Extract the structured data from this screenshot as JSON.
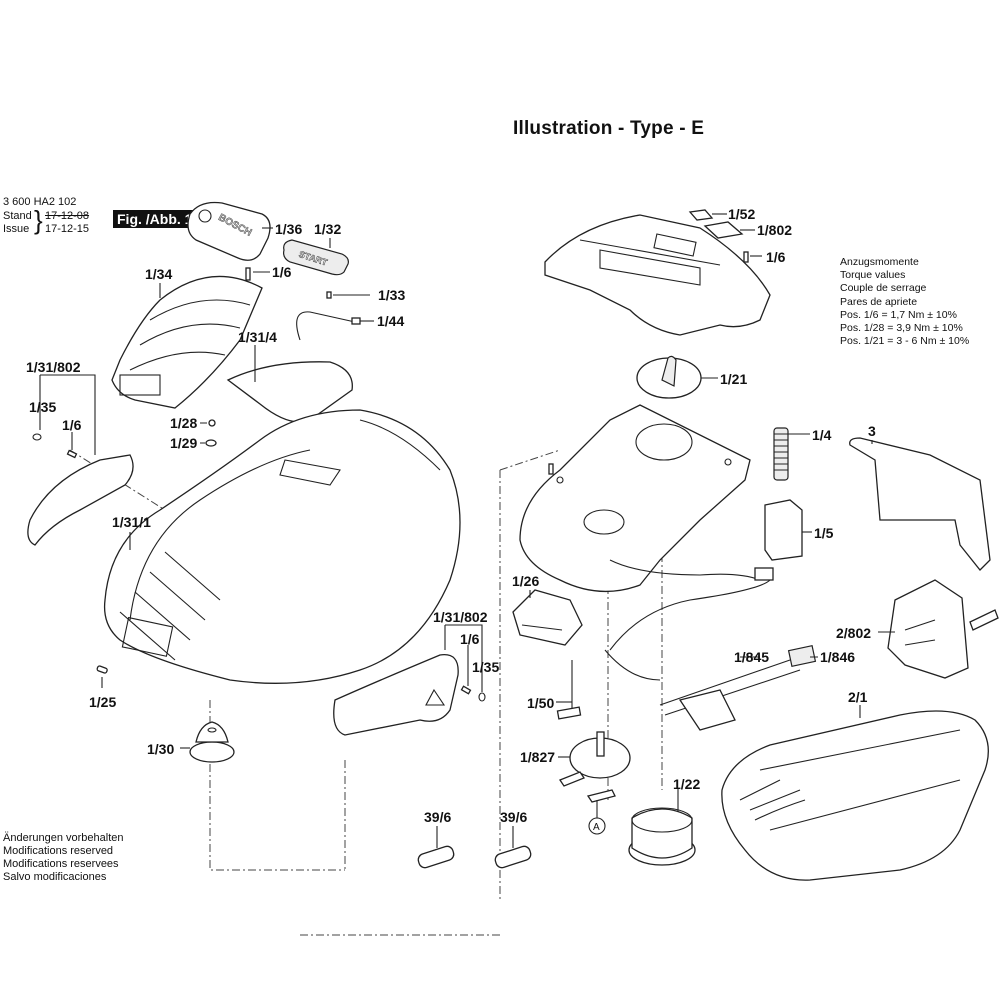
{
  "header": {
    "title": "Illustration - Type - E",
    "part_number": "3 600 HA2 102",
    "stand_label": "Stand",
    "issue_label": "Issue",
    "old_date": "17-12-08",
    "issue_date": "17-12-15",
    "figure_badge": "Fig. /Abb. 1"
  },
  "torque_table": {
    "lines": [
      "Anzugsmomente",
      "Torque values",
      "Couple de serrage",
      "Pares de apriete",
      "Pos. 1/6   = 1,7 Nm ± 10%",
      "Pos. 1/28 = 3,9 Nm ± 10%",
      "Pos. 1/21 = 3 - 6 Nm ± 10%"
    ]
  },
  "footer": {
    "lines": [
      "Änderungen vorbehalten",
      "Modifications reserved",
      "Modifications reservees",
      "Salvo modificaciones"
    ]
  },
  "brand_marks": {
    "bosch": "BOSCH",
    "start": "START"
  },
  "callouts": {
    "p1_36": "1/36",
    "p1_32": "1/32",
    "p1_6_top": "1/6",
    "p1_33": "1/33",
    "p1_44": "1/44",
    "p1_34": "1/34",
    "p1_31_4": "1/31/4",
    "p1_31_802_left": "1/31/802",
    "p1_35_left": "1/35",
    "p1_6_left": "1/6",
    "p1_28": "1/28",
    "p1_29": "1/29",
    "p1_31_1": "1/31/1",
    "p1_31_802_right": "1/31/802",
    "p1_6_right": "1/6",
    "p1_35_right": "1/35",
    "p1_25": "1/25",
    "p1_30": "1/30",
    "p1_52": "1/52",
    "p1_802": "1/802",
    "p1_6_cover": "1/6",
    "p1_21": "1/21",
    "p1_4": "1/4",
    "p3": "3",
    "p1_5": "1/5",
    "p1_26": "1/26",
    "p2_802": "2/802",
    "p1_845": "1/845",
    "p1_846": "1/846",
    "p1_50": "1/50",
    "p2_1": "2/1",
    "p1_827": "1/827",
    "p1_22": "1/22",
    "p39_6_a": "39/6",
    "p39_6_b": "39/6",
    "ref_a": "A"
  }
}
